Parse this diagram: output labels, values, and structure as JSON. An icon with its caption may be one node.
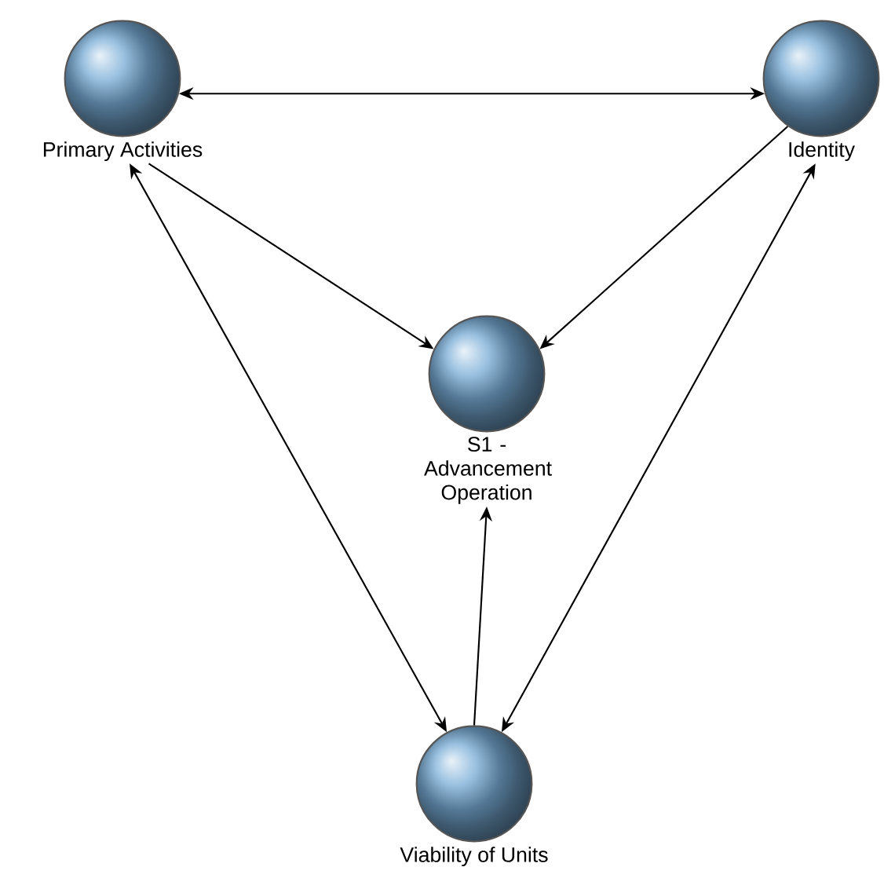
{
  "diagram": {
    "nodes": [
      {
        "text": [
          "Primary Activities"
        ]
      },
      {
        "text": [
          "Identity"
        ]
      },
      {
        "text": [
          "S1 - Advancement Operation"
        ]
      },
      {
        "text": [
          "Viability of Units"
        ]
      }
    ],
    "edges": [
      {
        "from": 0,
        "to": 1,
        "arrow": "both"
      },
      {
        "from": 0,
        "to": 2,
        "arrow": "to"
      },
      {
        "from": 1,
        "to": 2,
        "arrow": "to"
      },
      {
        "from": 3,
        "to": 0,
        "arrow": "both"
      },
      {
        "from": 1,
        "to": 3,
        "arrow": "both"
      },
      {
        "from": 3,
        "to": 2,
        "arrow": "to"
      }
    ]
  }
}
